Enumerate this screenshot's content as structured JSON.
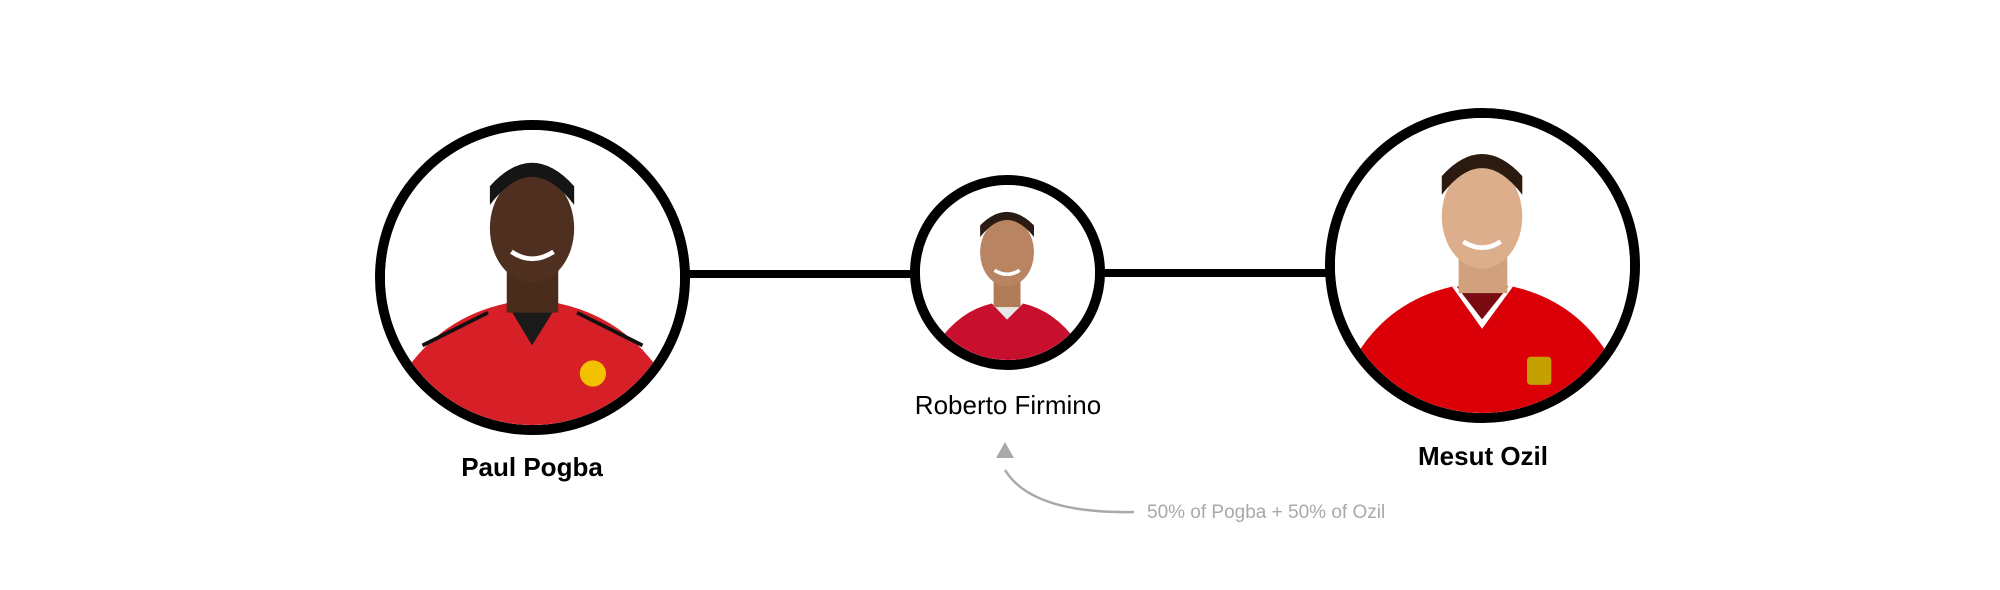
{
  "players": [
    {
      "name": "Paul Pogba",
      "kit": "manutd"
    },
    {
      "name": "Roberto Firmino",
      "kit": "liverpool"
    },
    {
      "name": "Mesut Ozil",
      "kit": "arsenal"
    }
  ],
  "annotation": {
    "text": "50% of Pogba + 50% of Ozil"
  },
  "colors": {
    "line": "#000000",
    "annotation": "#a9a9a9",
    "manutd_shirt": "#d61f26",
    "liverpool_shirt": "#c8102e",
    "arsenal_shirt": "#db0007"
  }
}
